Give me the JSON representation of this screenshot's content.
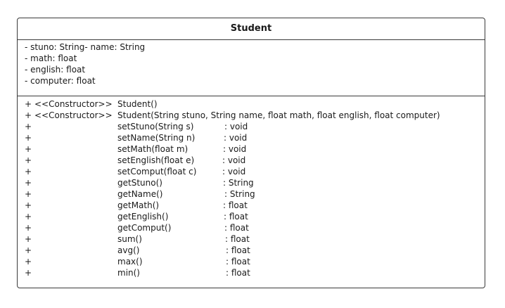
{
  "class_name": "Student",
  "attributes": [
    "- stuno: String- name: String",
    "- math: float",
    "- english: float",
    "- computer: float"
  ],
  "operations": [
    {
      "visibility": "+",
      "stereotype": "<<Constructor>>",
      "signature": "Student()"
    },
    {
      "visibility": "+",
      "stereotype": "<<Constructor>>",
      "signature": "Student(String stuno, String name, float math, float english, float computer)"
    },
    {
      "visibility": "+",
      "stereotype": "",
      "signature": "setStuno(String s)",
      "return_type": ": void"
    },
    {
      "visibility": "+",
      "stereotype": "",
      "signature": "setName(String n)",
      "return_type": ": void"
    },
    {
      "visibility": "+",
      "stereotype": "",
      "signature": "setMath(float m)",
      "return_type": ": void"
    },
    {
      "visibility": "+",
      "stereotype": "",
      "signature": "setEnglish(float e)",
      "return_type": ": void"
    },
    {
      "visibility": "+",
      "stereotype": "",
      "signature": "setComput(float c)",
      "return_type": ": void"
    },
    {
      "visibility": "+",
      "stereotype": "",
      "signature": "getStuno()",
      "return_type": ": String"
    },
    {
      "visibility": "+",
      "stereotype": "",
      "signature": "getName()",
      "return_type": ": String"
    },
    {
      "visibility": "+",
      "stereotype": "",
      "signature": "getMath()",
      "return_type": ": float"
    },
    {
      "visibility": "+",
      "stereotype": "",
      "signature": "getEnglish()",
      "return_type": ": float"
    },
    {
      "visibility": "+",
      "stereotype": "",
      "signature": "getComput()",
      "return_type": ": float"
    },
    {
      "visibility": "+",
      "stereotype": "",
      "signature": "sum()",
      "return_type": ": float"
    },
    {
      "visibility": "+",
      "stereotype": "",
      "signature": "avg()",
      "return_type": ": float"
    },
    {
      "visibility": "+",
      "stereotype": "",
      "signature": "max()",
      "return_type": ": float"
    },
    {
      "visibility": "+",
      "stereotype": "",
      "signature": "min()",
      "return_type": ": float"
    }
  ]
}
